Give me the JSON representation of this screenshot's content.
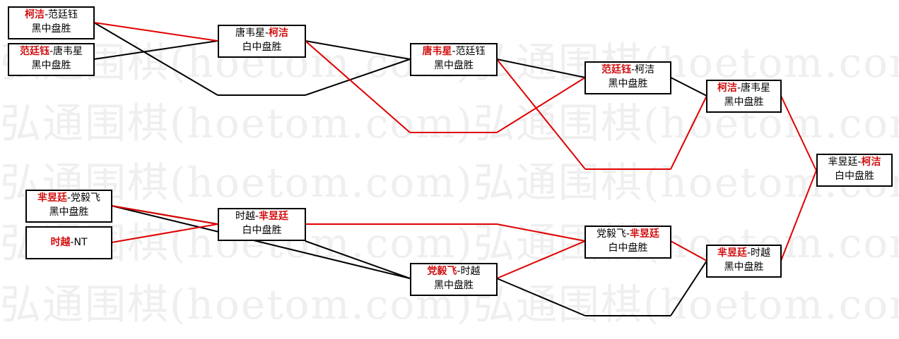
{
  "watermark": "弘通围棋(hoetom.com)弘通围棋(hoetom.com)",
  "colors": {
    "winner": "#d11010",
    "loser_line": "#000000",
    "winner_line": "#e00000"
  },
  "nodes": [
    {
      "id": "r1a",
      "left": "柯洁",
      "right": "范廷钰",
      "winner": "left",
      "result": "黑中盘胜"
    },
    {
      "id": "r1b",
      "left": "范廷钰",
      "right": "唐韦星",
      "winner": "left",
      "result": "黑中盘胜"
    },
    {
      "id": "r1c",
      "left": "芈昱廷",
      "right": "党毅飞",
      "winner": "left",
      "result": "黑中盘胜"
    },
    {
      "id": "r1d",
      "left": "时越",
      "right": "NT",
      "winner": "left",
      "result": ""
    },
    {
      "id": "w2a",
      "left": "唐韦星",
      "right": "柯洁",
      "winner": "right",
      "result": "白中盘胜"
    },
    {
      "id": "w2b",
      "left": "时越",
      "right": "芈昱廷",
      "winner": "right",
      "result": "白中盘胜"
    },
    {
      "id": "l2a",
      "left": "唐韦星",
      "right": "范廷钰",
      "winner": "left",
      "result": "黑中盘胜"
    },
    {
      "id": "l2b",
      "left": "党毅飞",
      "right": "时越",
      "winner": "left",
      "result": "黑中盘胜"
    },
    {
      "id": "s3a",
      "left": "范廷钰",
      "right": "柯洁",
      "winner": "left",
      "result": "黑中盘胜"
    },
    {
      "id": "s3b",
      "left": "党毅飞",
      "right": "芈昱廷",
      "winner": "right",
      "result": "白中盘胜"
    },
    {
      "id": "s4a",
      "left": "柯洁",
      "right": "唐韦星",
      "winner": "left",
      "result": "黑中盘胜"
    },
    {
      "id": "s4b",
      "left": "芈昱廷",
      "right": "时越",
      "winner": "left",
      "result": "黑中盘胜"
    },
    {
      "id": "final",
      "left": "芈昱廷",
      "right": "柯洁",
      "winner": "right",
      "result": "白中盘胜"
    }
  ]
}
